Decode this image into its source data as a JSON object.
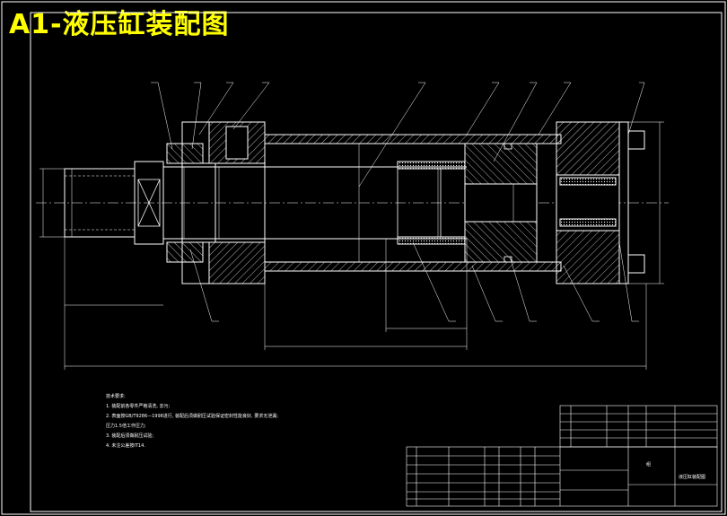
{
  "title": "A1-液压缸装配图",
  "notes": {
    "heading": "技术要求:",
    "items": [
      "1. 装配前各零件严格清洗, 去污;",
      "2. 表面按GB/T9286—1998进行, 装配后须做耐压试验保证密封性能良好, 要求无泄漏;",
      "   压力1.5倍工作压力;",
      "3. 装配后须做耐压试验;",
      "4. 未注公差按IT14."
    ]
  },
  "title_block": {
    "drawing_name": "液压缸装配图",
    "material": "组"
  },
  "colors": {
    "background": "#000000",
    "title": "#ffff00",
    "outline": "#ffffff",
    "frame": "#ffffff"
  }
}
